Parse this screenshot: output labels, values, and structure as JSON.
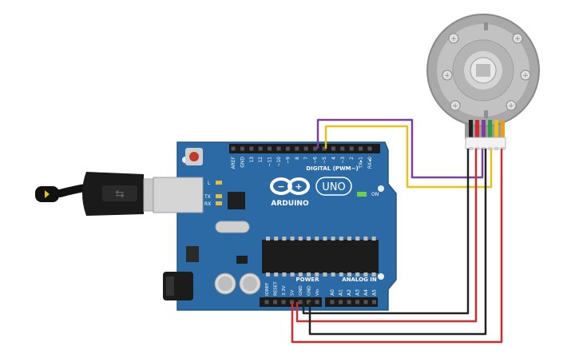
{
  "board": {
    "logo_text": "ARDUINO",
    "model_text": "UNO",
    "digital_header_label": "DIGITAL (PWM~)",
    "power_label": "POWER",
    "analog_label": "ANALOG IN",
    "on_label": "ON",
    "led_l_label": "L",
    "led_tx_label": "TX",
    "led_rx_label": "RX",
    "digital_pins": [
      "AREF",
      "GND",
      "13",
      "12",
      "~11",
      "~10",
      "~9",
      "8",
      "7",
      "~6",
      "~5",
      "4",
      "~3",
      "2",
      "TX▸1",
      "RX◂0"
    ],
    "power_pins": [
      "IOREF",
      "RESET",
      "3.3V",
      "5V",
      "GND",
      "GND",
      "Vin"
    ],
    "analog_pins": [
      "A0",
      "A1",
      "A2",
      "A3",
      "A4",
      "A5"
    ],
    "board_color": "#2b6aa5"
  },
  "motor": {
    "connector_wire_colors": [
      "#222222",
      "#d32b2b",
      "#7a3fa0",
      "#2e9e3e",
      "#e8c21a",
      "#e8a21a"
    ]
  },
  "wires": {
    "purple": "#7a3fa0",
    "yellow": "#e8c21a",
    "red": "#d32b2b",
    "black": "#222222"
  }
}
